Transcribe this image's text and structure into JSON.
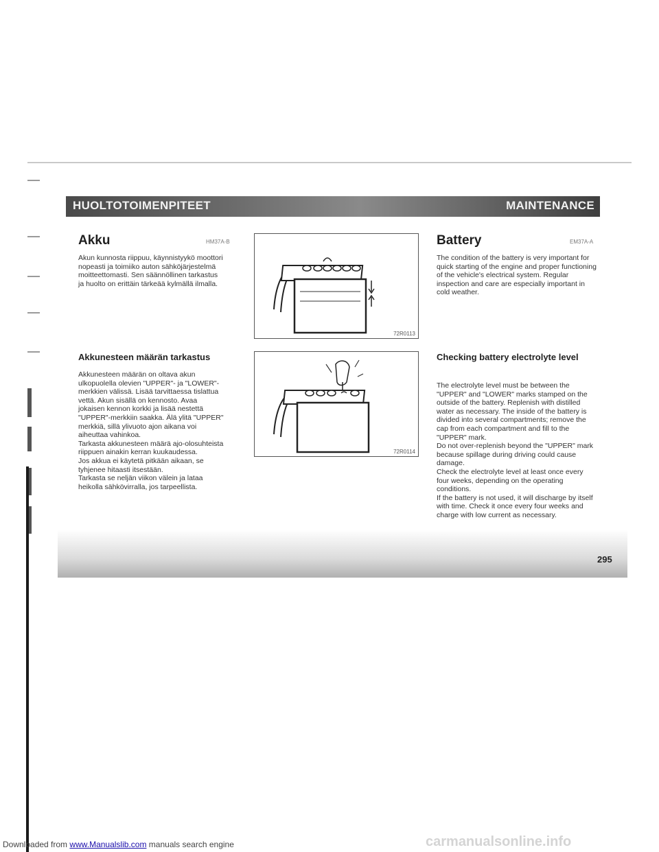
{
  "header": {
    "left": "HUOLTOTOIMENPITEET",
    "right": "MAINTENANCE"
  },
  "finnish": {
    "title": "Akku",
    "code": "HM37A-B",
    "intro": "Akun kunnosta riippuu, käynnistyykö moottori nopeasti ja toimiiko auton sähköjärjestelmä moitteettomasti. Sen säännöllinen tarkastus ja huolto on erittäin tärkeää kylmällä ilmalla.",
    "subtitle": "Akkunesteen määrän tarkastus",
    "paragraphs": [
      "Akkunesteen määrän on oltava akun ulkopuolella olevien \"UPPER\"- ja \"LOWER\"-merkkien välissä. Lisää tarvittaessa tislattua vettä. Akun sisällä on kennosto. Avaa jokaisen kennon korkki ja lisää nestettä \"UPPER\"-merkkiin saakka. Älä ylitä \"UPPER\" merkkiä, sillä ylivuoto ajon aikana voi aiheuttaa vahinkoa.",
      "Tarkasta akkunesteen määrä ajo-olosuhteista riippuen ainakin kerran kuukaudessa.",
      "Jos akkua ei käytetä pitkään aikaan, se tyhjenee hitaasti itsestään.",
      "Tarkasta se neljän viikon välein ja lataa heikolla sähkövirralla, jos tarpeellista."
    ]
  },
  "figures": [
    {
      "caption": "72R0113",
      "icon": "battery-level-icon"
    },
    {
      "caption": "72R0114",
      "icon": "battery-refill-icon"
    }
  ],
  "english": {
    "title": "Battery",
    "code": "EM37A-A",
    "intro": "The condition of the battery is very important for quick starting of the engine and proper functioning of the vehicle's electrical system. Regular inspection and care are especially important in cold weather.",
    "subtitle": "Checking battery electrolyte level",
    "paragraphs": [
      "The electrolyte level must be between the \"UPPER\" and \"LOWER\" marks stamped on the outside of the battery. Replenish with distilled water as necessary. The inside of the battery is divided into several compartments; remove the cap from each compartment and fill to the \"UPPER\" mark.",
      "Do not over-replenish beyond the \"UPPER\" mark because spillage during driving could cause damage.",
      "Check the electrolyte level at least once every four weeks, depending on the operating conditions.",
      "If the battery is not used, it will discharge by itself with time. Check it once every four weeks and charge with low current as necessary."
    ]
  },
  "page_number": "295",
  "footer": {
    "prefix": "Downloaded from",
    "link": "www.Manualslib.com",
    "suffix": "manuals search engine"
  },
  "watermark": "carmanualsonline.info"
}
